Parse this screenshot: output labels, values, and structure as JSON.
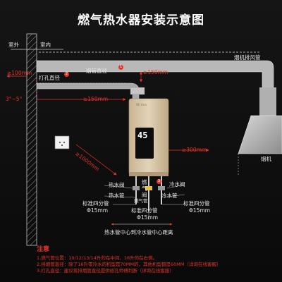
{
  "title": "燃气热水器安装示意图",
  "labels": {
    "outdoor": "室外",
    "indoor": "室内",
    "hood_exhaust_pipe": "烟机排风管",
    "range_hood": "烟机",
    "dist_100": "≥100mm",
    "hole_diameter": "打孔直径",
    "flue_diameter": "烟管直径",
    "dist_150_top": "≥150mm",
    "slope": "3°~5°",
    "dist_150_side": "≥150mm",
    "dist_1000": "≥1000mm",
    "dist_300": "≥300mm",
    "hot_water_valve": "热水阀",
    "gas_valve_vertical": "燃气阀",
    "cold_water_valve": "冷水阀",
    "hot_water_pipe": "热水管",
    "gas_pipe": "燃气管",
    "cold_water_pipe": "冷水管",
    "std_four_left": "标准四分管",
    "phi15_left": "Φ15mm",
    "std_four_mid": "标准四分管",
    "phi15_mid": "Φ15mm",
    "std_four_right": "标准四分管",
    "phi15_right": "Φ15mm",
    "center_distance": "热水管中心到冷水管中心距离"
  },
  "badges": [
    "1",
    "2",
    "3"
  ],
  "heater": {
    "brand": "Midea",
    "display_value": "45"
  },
  "notes": {
    "heading": "注意",
    "items": [
      "1.燃气管位置：10/12/13/14升的在中间、16升的在右侧。",
      "2.排烟管直径：除了16升零冷水的机型是70MM的，其他机型都是60MM（详询在线客服）",
      "3.打孔直径：建议将排烟管直径提供给孔师傅判断（详询在线客服）"
    ]
  },
  "colors": {
    "background": "#0c0c0c",
    "accent_red": "#e63328",
    "wall": "#c9c9c9",
    "pipe": "#b8b8b8",
    "heater_body": "#d8c6aa"
  }
}
